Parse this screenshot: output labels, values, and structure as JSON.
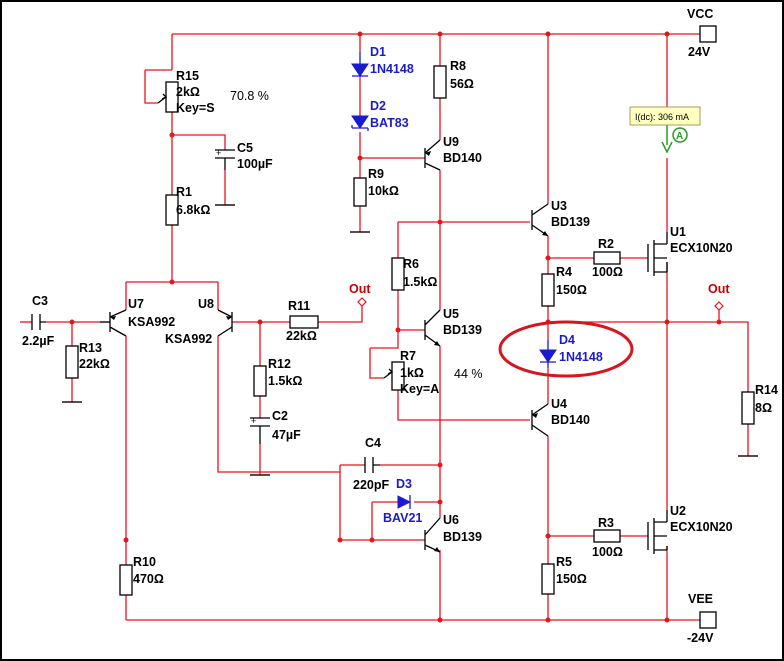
{
  "rails": {
    "vcc_label": "VCC",
    "vcc_value": "24V",
    "vee_label": "VEE",
    "vee_value": "-24V"
  },
  "components": {
    "R15": {
      "ref": "R15",
      "value": "2kΩ",
      "extra": "Key=S",
      "setting": "70.8 %"
    },
    "C5": {
      "ref": "C5",
      "value": "100µF"
    },
    "R1": {
      "ref": "R1",
      "value": "6.8kΩ"
    },
    "D1": {
      "ref": "D1",
      "value": "1N4148"
    },
    "D2": {
      "ref": "D2",
      "value": "BAT83"
    },
    "R8": {
      "ref": "R8",
      "value": "56Ω"
    },
    "U9": {
      "ref": "U9",
      "value": "BD140"
    },
    "R9": {
      "ref": "R9",
      "value": "10kΩ"
    },
    "U3": {
      "ref": "U3",
      "value": "BD139"
    },
    "U1": {
      "ref": "U1",
      "value": "ECX10N20"
    },
    "R2": {
      "ref": "R2",
      "value": "100Ω"
    },
    "R4": {
      "ref": "R4",
      "value": "150Ω"
    },
    "R6": {
      "ref": "R6",
      "value": "1.5kΩ"
    },
    "U5": {
      "ref": "U5",
      "value": "BD139"
    },
    "R7": {
      "ref": "R7",
      "value": "1kΩ",
      "extra": "Key=A",
      "setting": "44 %"
    },
    "D4": {
      "ref": "D4",
      "value": "1N4148"
    },
    "U4": {
      "ref": "U4",
      "value": "BD140"
    },
    "C3": {
      "ref": "C3",
      "value": "2.2µF"
    },
    "R13": {
      "ref": "R13",
      "value": "22kΩ"
    },
    "U7": {
      "ref": "U7",
      "value": "KSA992"
    },
    "U8": {
      "ref": "U8",
      "value": "KSA992"
    },
    "R11": {
      "ref": "R11",
      "value": "22kΩ"
    },
    "R12": {
      "ref": "R12",
      "value": "1.5kΩ"
    },
    "C2": {
      "ref": "C2",
      "value": "47µF"
    },
    "C4": {
      "ref": "C4",
      "value": "220pF"
    },
    "D3": {
      "ref": "D3",
      "value": "BAV21"
    },
    "U6": {
      "ref": "U6",
      "value": "BD139"
    },
    "R10": {
      "ref": "R10",
      "value": "470Ω"
    },
    "R3": {
      "ref": "R3",
      "value": "100Ω"
    },
    "R5": {
      "ref": "R5",
      "value": "150Ω"
    },
    "U2": {
      "ref": "U2",
      "value": "ECX10N20"
    },
    "R14": {
      "ref": "R14",
      "value": "8Ω"
    }
  },
  "probes": {
    "out_left": "Out",
    "out_right": "Out",
    "ammeter": "I(dc): 306 mA",
    "ammeter_symbol": "A"
  },
  "colors": {
    "wire": "#e8141c",
    "diode": "#1a1ad0",
    "highlight": "#d8141c",
    "tooltip_bg": "#ffffc0"
  }
}
